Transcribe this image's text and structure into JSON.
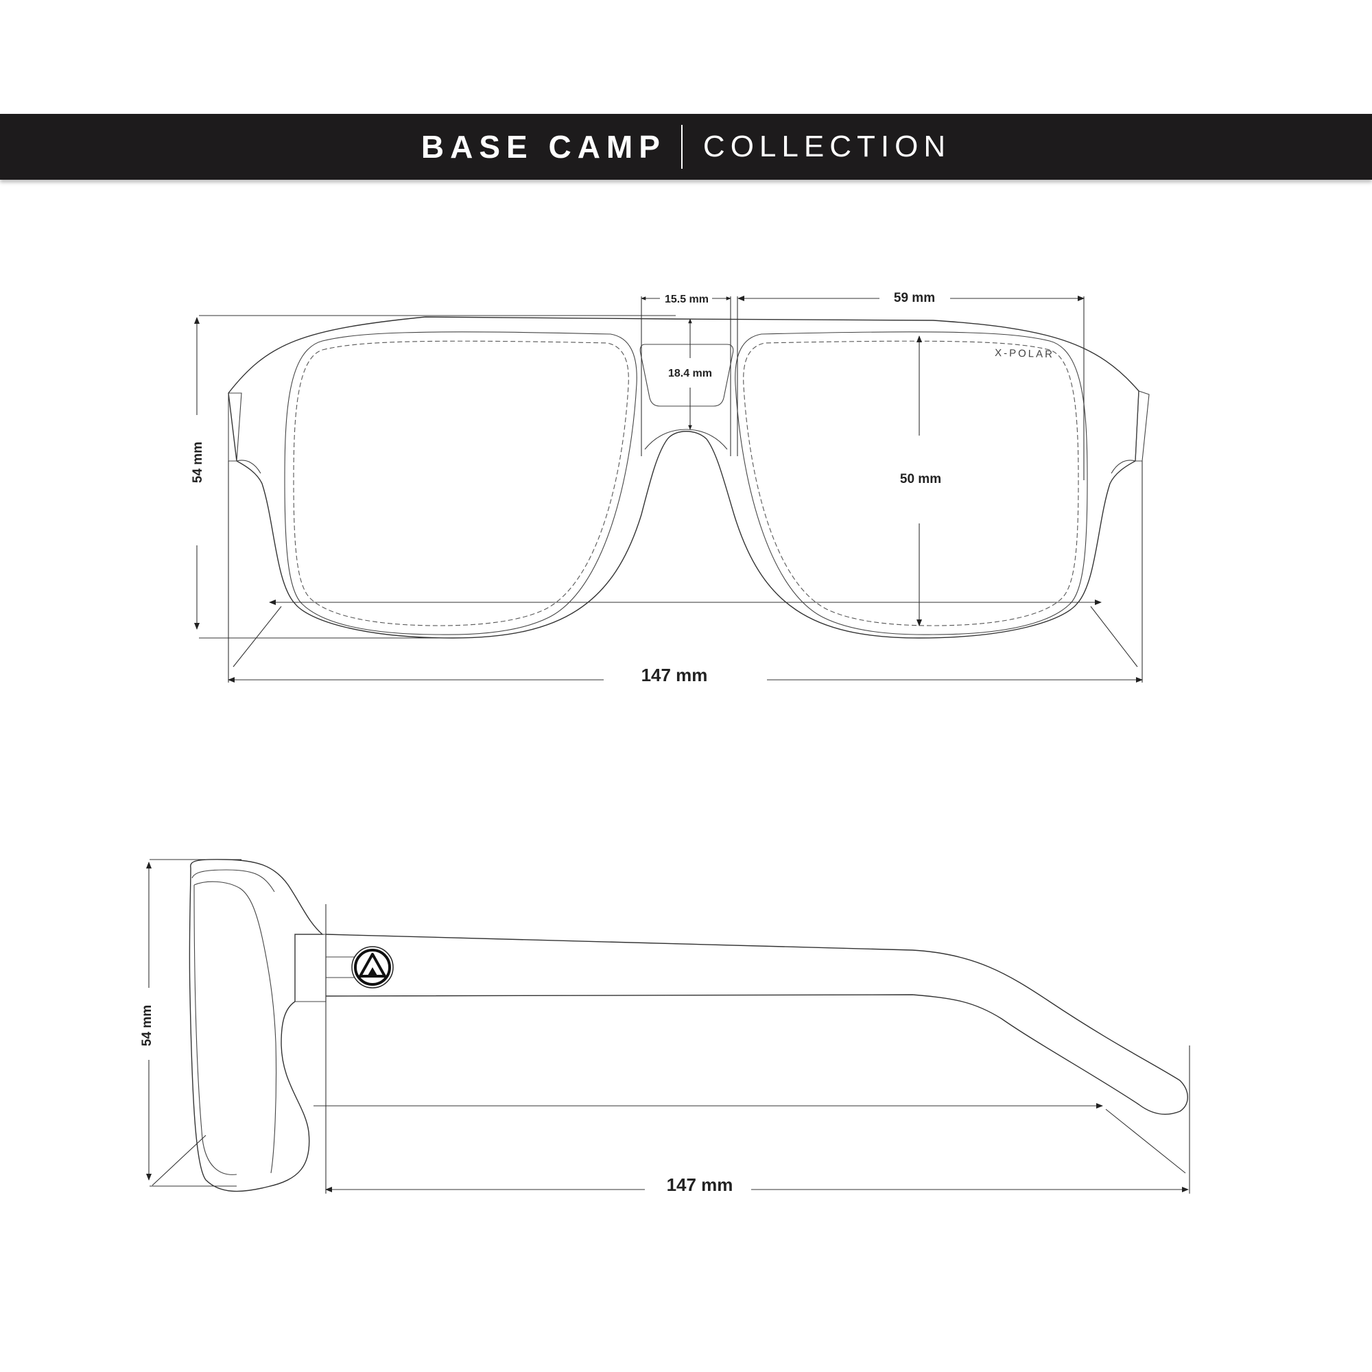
{
  "header": {
    "title_bold": "BASE CAMP",
    "title_light": "COLLECTION",
    "background": "#1d1b1c"
  },
  "front_view": {
    "lens_brand": "X-POLAR",
    "bridge_width": "15.5 mm",
    "lens_width": "59 mm",
    "nose_height": "18.4 mm",
    "lens_height": "50 mm",
    "frame_height": "54 mm",
    "frame_width": "147 mm"
  },
  "side_view": {
    "logo_icon": "triangle-circle-logo",
    "frame_height": "54 mm",
    "temple_length": "147 mm"
  }
}
